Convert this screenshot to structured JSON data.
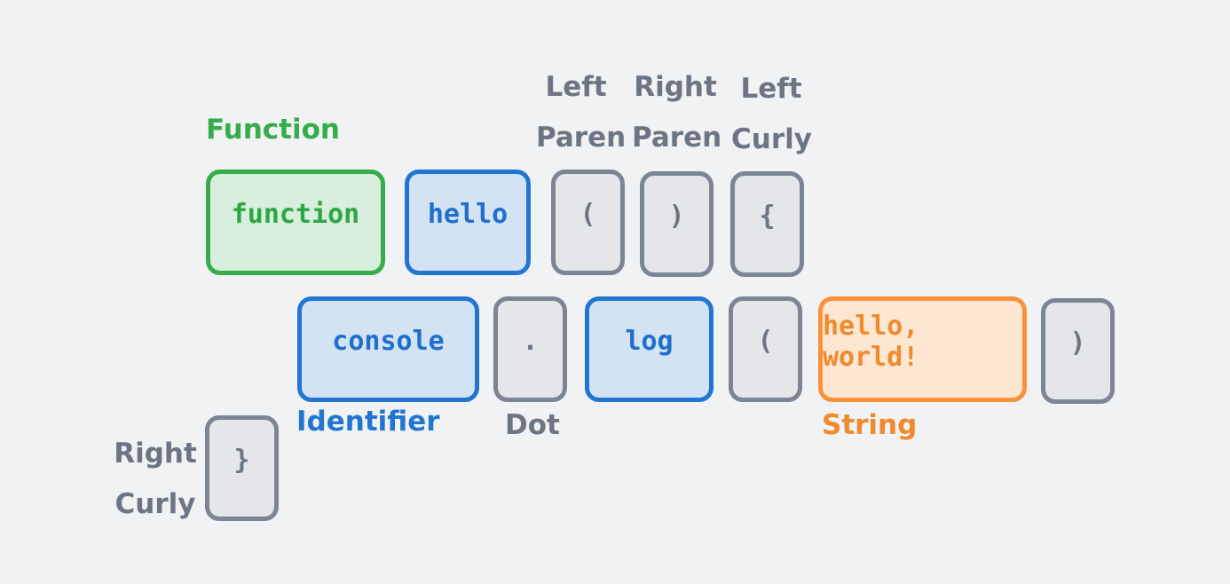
{
  "tokens": {
    "function": "function",
    "hello": "hello",
    "lparen1": "(",
    "rparen1": ")",
    "lcurly": "{",
    "console": "console",
    "dot": ".",
    "log": "log",
    "lparen2": "(",
    "string": "hello, world!",
    "rparen2": ")",
    "rcurly": "}"
  },
  "labels": {
    "function": "Function",
    "left_paren": [
      "Left",
      "Paren"
    ],
    "right_paren": [
      "Right",
      "Paren"
    ],
    "left_curly": [
      "Left",
      "Curly"
    ],
    "identifier": "Identifier",
    "dot": "Dot",
    "string": "String",
    "right_curly": [
      "Right",
      "Curly"
    ]
  },
  "colors": {
    "background": "#f0f2f4",
    "function": "#34ad4a",
    "identifier": "#2276d2",
    "punctuation": "#7b8593",
    "string": "#f7923a"
  }
}
